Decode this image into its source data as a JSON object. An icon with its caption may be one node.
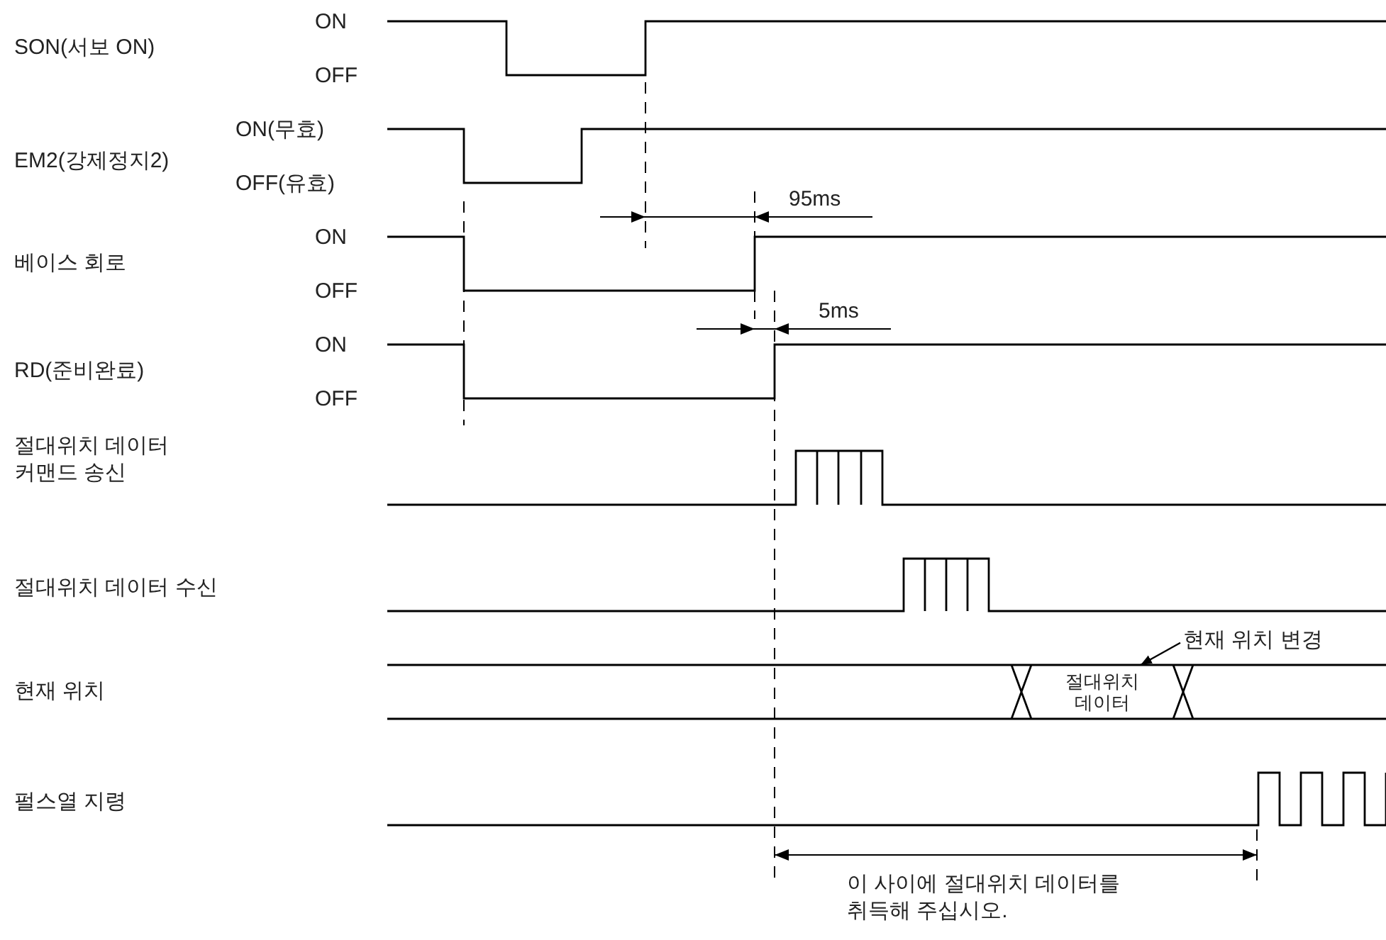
{
  "diagram": {
    "nodes": [
      {
        "text": [
          "현재 위치 변경"
        ]
      },
      {
        "text": [
          "절대위치 데이터"
        ]
      }
    ],
    "edges": [
      {
        "from": 0,
        "to": 1,
        "arrow": "to"
      }
    ],
    "labels": [
      "SON(서보 ON)",
      "ON",
      "OFF",
      "EM2(강제정지2)",
      "ON(무효)",
      "OFF(유효)",
      "베이스 회로",
      "ON",
      "OFF",
      "95ms",
      "RD(준비완료)",
      "ON",
      "OFF",
      "5ms",
      "절대위치 데이터 커맨드 송신",
      "절대위치 데이터 수신",
      "현재 위치",
      "펄스열 지령",
      "이 사이에 절대위치 데이터를 취득해 주십시오."
    ]
  }
}
